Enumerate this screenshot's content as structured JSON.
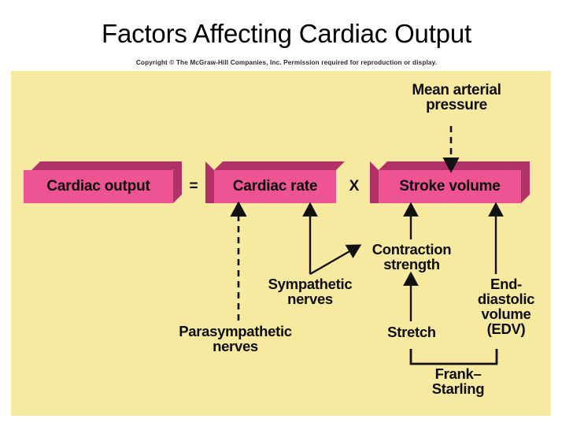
{
  "slide": {
    "title": "Factors Affecting Cardiac Output",
    "copyright": "Copyright © The McGraw-Hill Companies, Inc. Permission required for reproduction or display."
  },
  "colors": {
    "panel_background": "#F7E9A0",
    "box_face": "#EE5493",
    "box_bevel": "#B23267",
    "text": "#0D0D0D",
    "slide_background": "#FFFFFF"
  },
  "equation": {
    "equals_symbol": "=",
    "times_symbol": "X"
  },
  "boxes": [
    {
      "id": "cardiac-output",
      "label": "Cardiac output"
    },
    {
      "id": "cardiac-rate",
      "label": "Cardiac rate"
    },
    {
      "id": "stroke-volume",
      "label": "Stroke volume"
    }
  ],
  "labels": [
    {
      "id": "mean-arterial-pressure",
      "text": "Mean arterial\npressure"
    },
    {
      "id": "sympathetic-nerves",
      "text": "Sympathetic\nnerves"
    },
    {
      "id": "parasympathetic-nerves",
      "text": "Parasympathetic\nnerves"
    },
    {
      "id": "contraction-strength",
      "text": "Contraction\nstrength"
    },
    {
      "id": "stretch",
      "text": "Stretch"
    },
    {
      "id": "end-diastolic-volume",
      "text": "End-\ndiastolic\nvolume\n(EDV)"
    },
    {
      "id": "frank-starling",
      "text": "Frank–\nStarling"
    }
  ],
  "connections": [
    {
      "from": "mean-arterial-pressure",
      "to": "stroke-volume",
      "style": "dashed",
      "direction": "down"
    },
    {
      "from": "parasympathetic-nerves",
      "to": "cardiac-rate",
      "style": "dashed",
      "direction": "up"
    },
    {
      "from": "sympathetic-nerves",
      "to": "cardiac-rate",
      "style": "solid",
      "direction": "up"
    },
    {
      "from": "sympathetic-nerves",
      "to": "contraction-strength",
      "style": "solid",
      "direction": "up-right"
    },
    {
      "from": "contraction-strength",
      "to": "stroke-volume",
      "style": "solid",
      "direction": "up"
    },
    {
      "from": "stretch",
      "to": "contraction-strength",
      "style": "solid",
      "direction": "up"
    },
    {
      "from": "end-diastolic-volume",
      "to": "stroke-volume",
      "style": "solid",
      "direction": "up"
    },
    {
      "from": "frank-starling",
      "to": "stretch-and-edv",
      "style": "bracket",
      "direction": "up"
    }
  ]
}
